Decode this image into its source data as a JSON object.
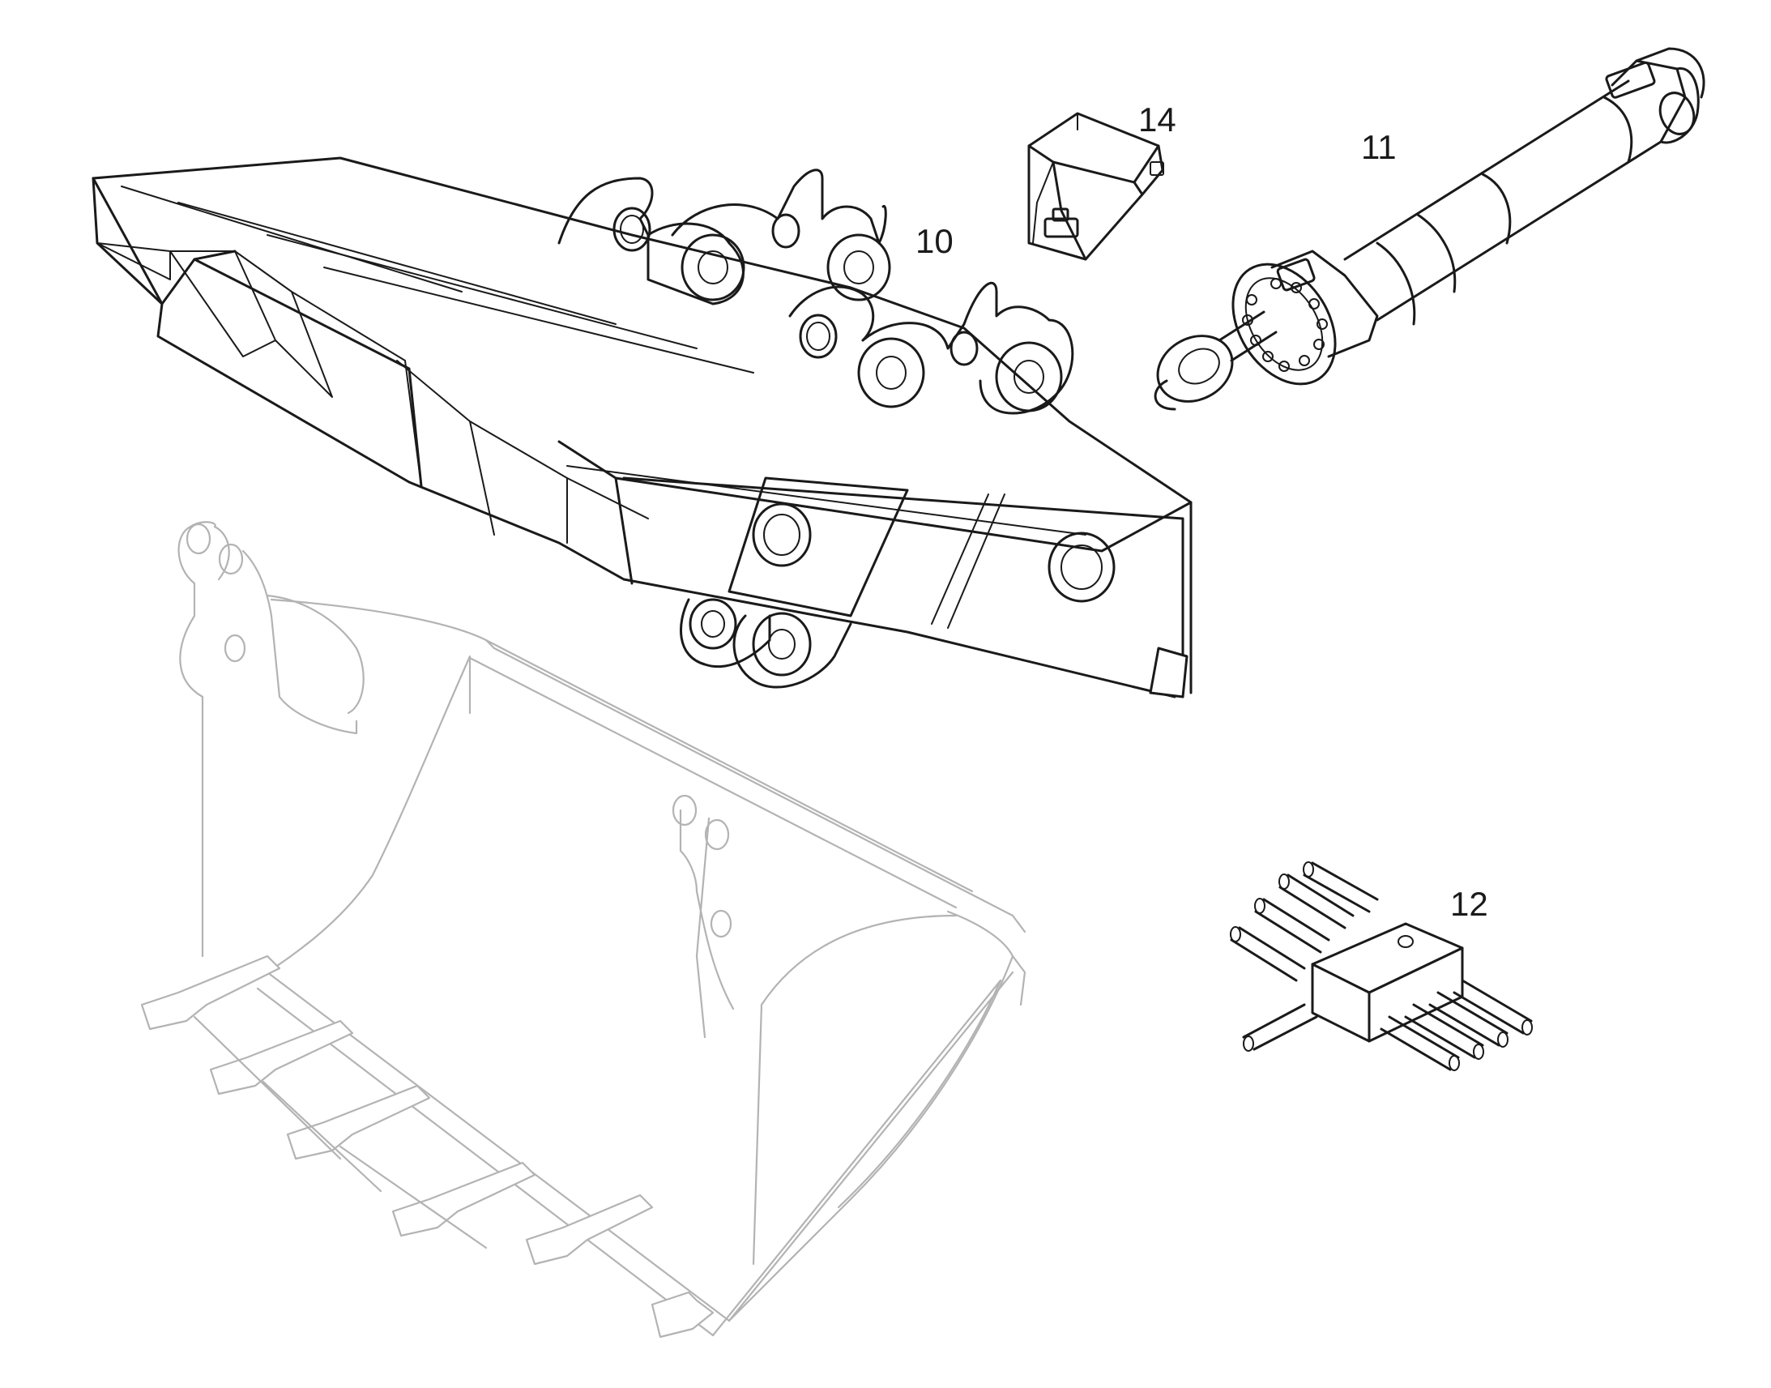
{
  "callouts": {
    "boom": "10",
    "cylinder": "11",
    "valve_block": "12",
    "bracket": "14"
  }
}
